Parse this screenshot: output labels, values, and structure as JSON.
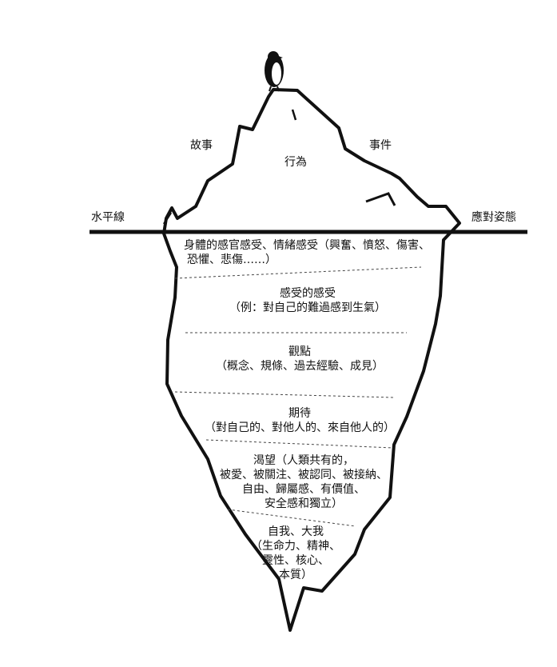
{
  "above_water": {
    "left_label": "故事",
    "center_label": "行為",
    "right_label": "事件"
  },
  "waterline": {
    "left_label": "水平線",
    "right_label": "應對姿態"
  },
  "layers": [
    {
      "lines": [
        "身體的感官感受、情緒感受（興奮、憤怒、傷害、",
        "恐懼、悲傷……）"
      ]
    },
    {
      "lines": [
        "感受的感受",
        "（例：對自己的難過感到生氣）"
      ]
    },
    {
      "lines": [
        "觀點",
        "（概念、規條、過去經驗、成見）"
      ]
    },
    {
      "lines": [
        "期待",
        "（對自己的、對他人的、來自他人的）"
      ]
    },
    {
      "lines": [
        "渴望（人類共有的，",
        "被愛、被關注、被認同、被接納、",
        "自由、歸屬感、有價值、",
        "安全感和獨立）"
      ]
    },
    {
      "lines": [
        "自我、大我",
        "（生命力、精神、",
        "靈性、核心、",
        "本質）"
      ]
    }
  ],
  "colors": {
    "ink": "#111111",
    "fill": "#ffffff"
  }
}
